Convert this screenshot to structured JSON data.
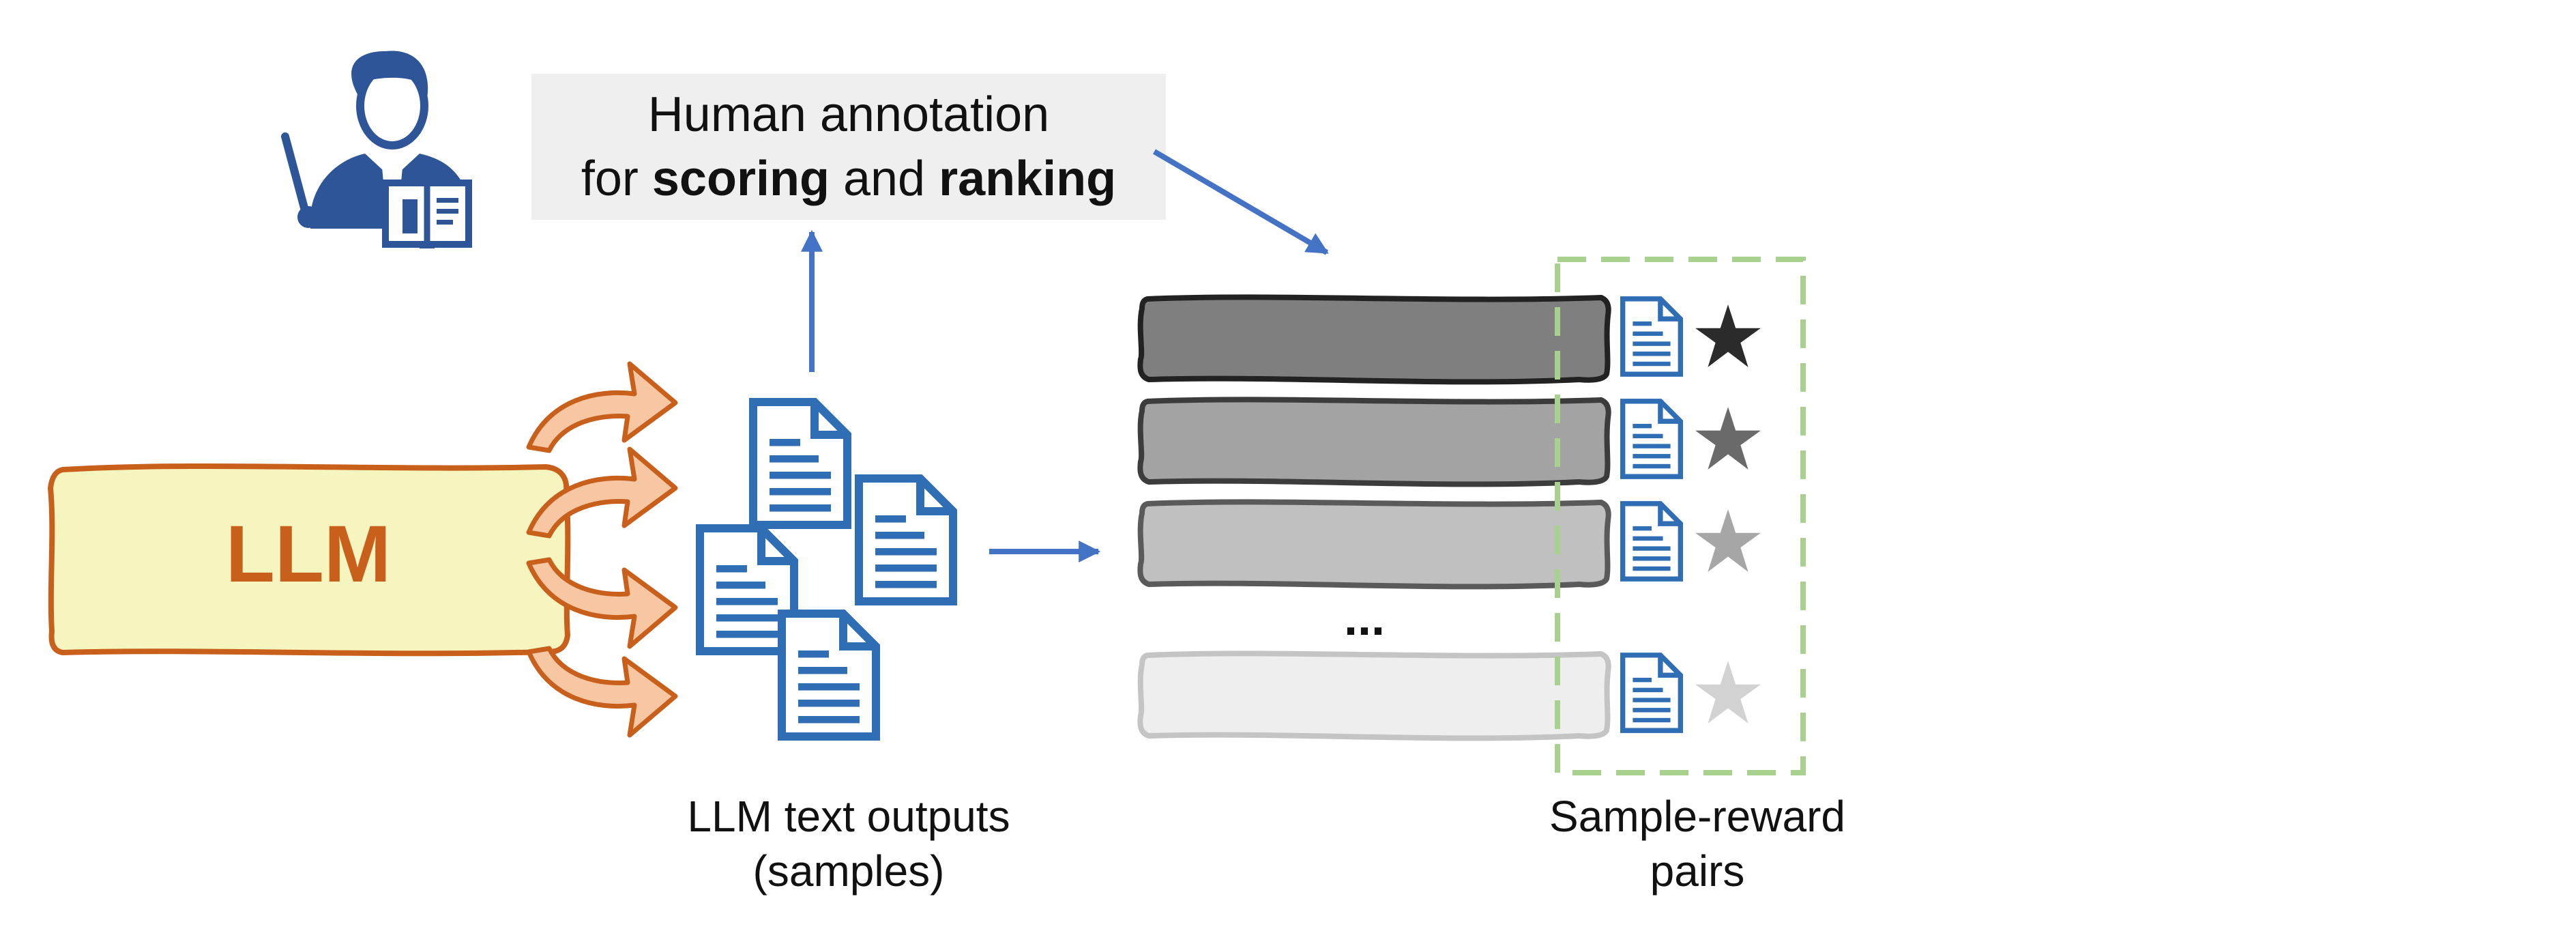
{
  "annotation": {
    "line1": "Human annotation",
    "line2_prefix": "for ",
    "line2_bold1": "scoring",
    "line2_mid": " and ",
    "line2_bold2": "ranking"
  },
  "llm": {
    "label": "LLM"
  },
  "outputs": {
    "line1": "LLM text outputs",
    "line2": "(samples)"
  },
  "ellipsis": "...",
  "pairs": {
    "line1": "Sample-reward",
    "line2": "pairs"
  },
  "ranked_samples": [
    {
      "bar_color": "#7f7f7f",
      "border": "#222222",
      "star_color": "#2b2b2b"
    },
    {
      "bar_color": "#a3a3a3",
      "border": "#3c3c3c",
      "star_color": "#6a6a6a"
    },
    {
      "bar_color": "#c0c0c0",
      "border": "#5a5a5a",
      "star_color": "#a6a6a6"
    },
    {
      "bar_color": "#eeeeee",
      "border": "#c4c4c4",
      "star_color": "#d2d2d2"
    }
  ],
  "colors": {
    "llm_fill": "#f6f4bf",
    "llm_accent": "#c85f1b",
    "arrow_fill": "#f7c7a4",
    "doc_blue": "#2f6db5",
    "arrow_blue": "#4472c4",
    "person_blue": "#2e5597",
    "callout_bg": "#efefef",
    "pairs_box": "#a9d18e"
  },
  "icons": {
    "annotator": "person-teacher-icon",
    "document": "document-icon",
    "reward": "star-icon"
  }
}
